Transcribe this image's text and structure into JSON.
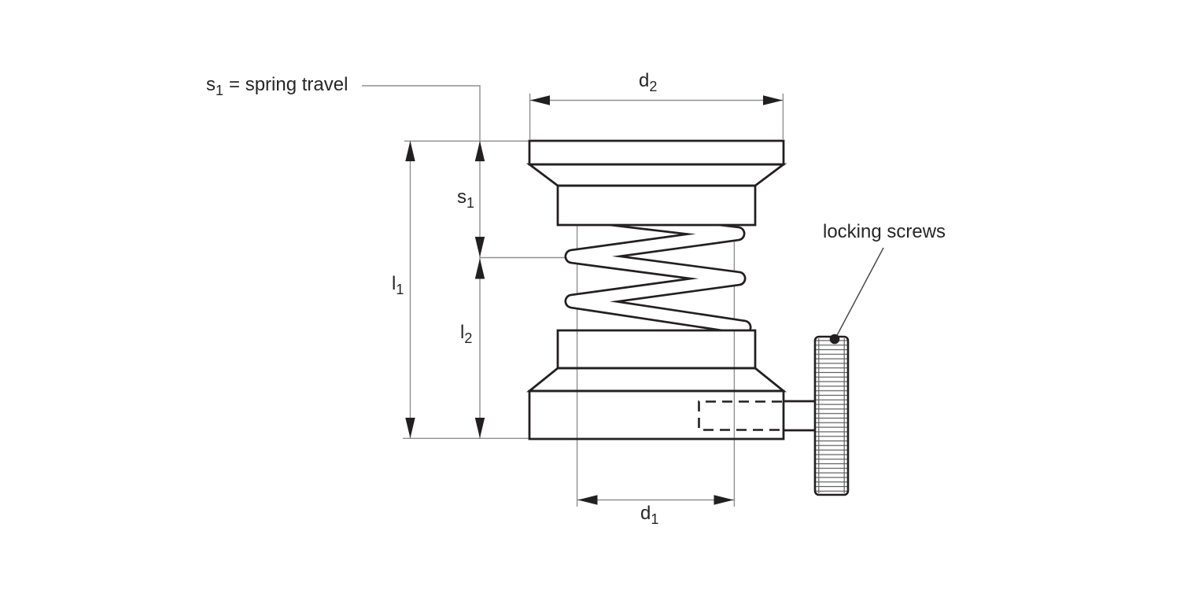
{
  "diagram": {
    "callouts": {
      "spring_travel": {
        "base": "s",
        "sub": "1",
        "suffix": "= spring travel"
      },
      "locking_screws": "locking screws"
    },
    "dimensions": {
      "d2": {
        "base": "d",
        "sub": "2"
      },
      "s1": {
        "base": "s",
        "sub": "1"
      },
      "l1": {
        "base": "l",
        "sub": "1"
      },
      "l2": {
        "base": "l",
        "sub": "2"
      },
      "d1": {
        "base": "d",
        "sub": "1"
      }
    },
    "colors": {
      "outline": "#231f20",
      "dimension_line": "#8f8f8f",
      "background": "#ffffff"
    }
  }
}
